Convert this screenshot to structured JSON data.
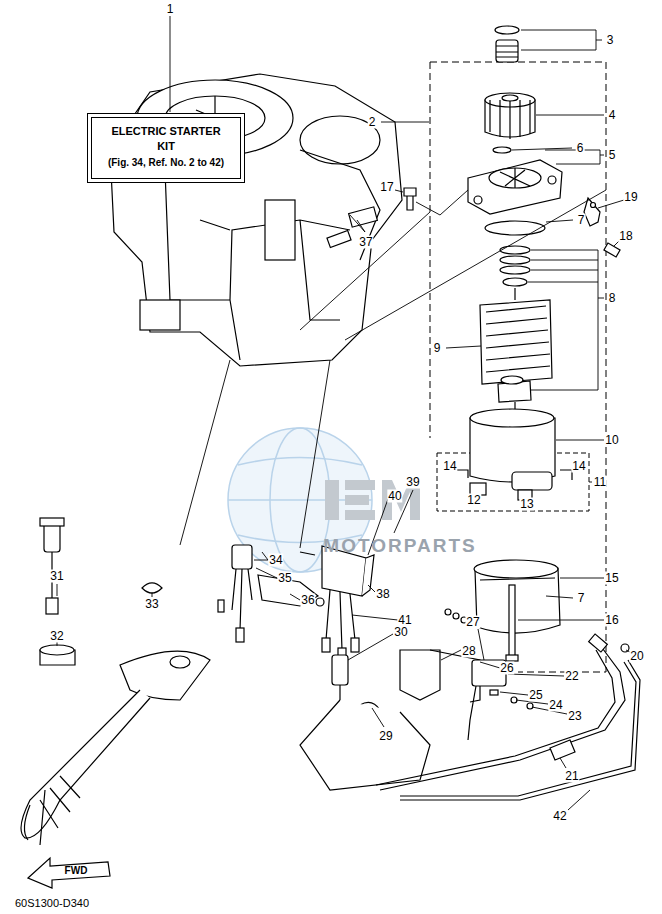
{
  "diagram": {
    "nodes": [
      {
        "text": [
          "ELECTRIC STARTER KIT",
          "(Fig. 34, Ref. No. 2 to 42)"
        ]
      }
    ],
    "labels": [
      "1",
      "2",
      "3",
      "4",
      "5",
      "6",
      "7",
      "7",
      "8",
      "9",
      "10",
      "11",
      "12",
      "13",
      "14",
      "14",
      "15",
      "16",
      "17",
      "18",
      "19",
      "20",
      "21",
      "22",
      "23",
      "24",
      "25",
      "26",
      "27",
      "28",
      "29",
      "30",
      "31",
      "32",
      "33",
      "34",
      "35",
      "36",
      "37",
      "38",
      "39",
      "40",
      "41",
      "42",
      "MOTORPARTS",
      "FWD",
      "60S1300-D340"
    ]
  }
}
